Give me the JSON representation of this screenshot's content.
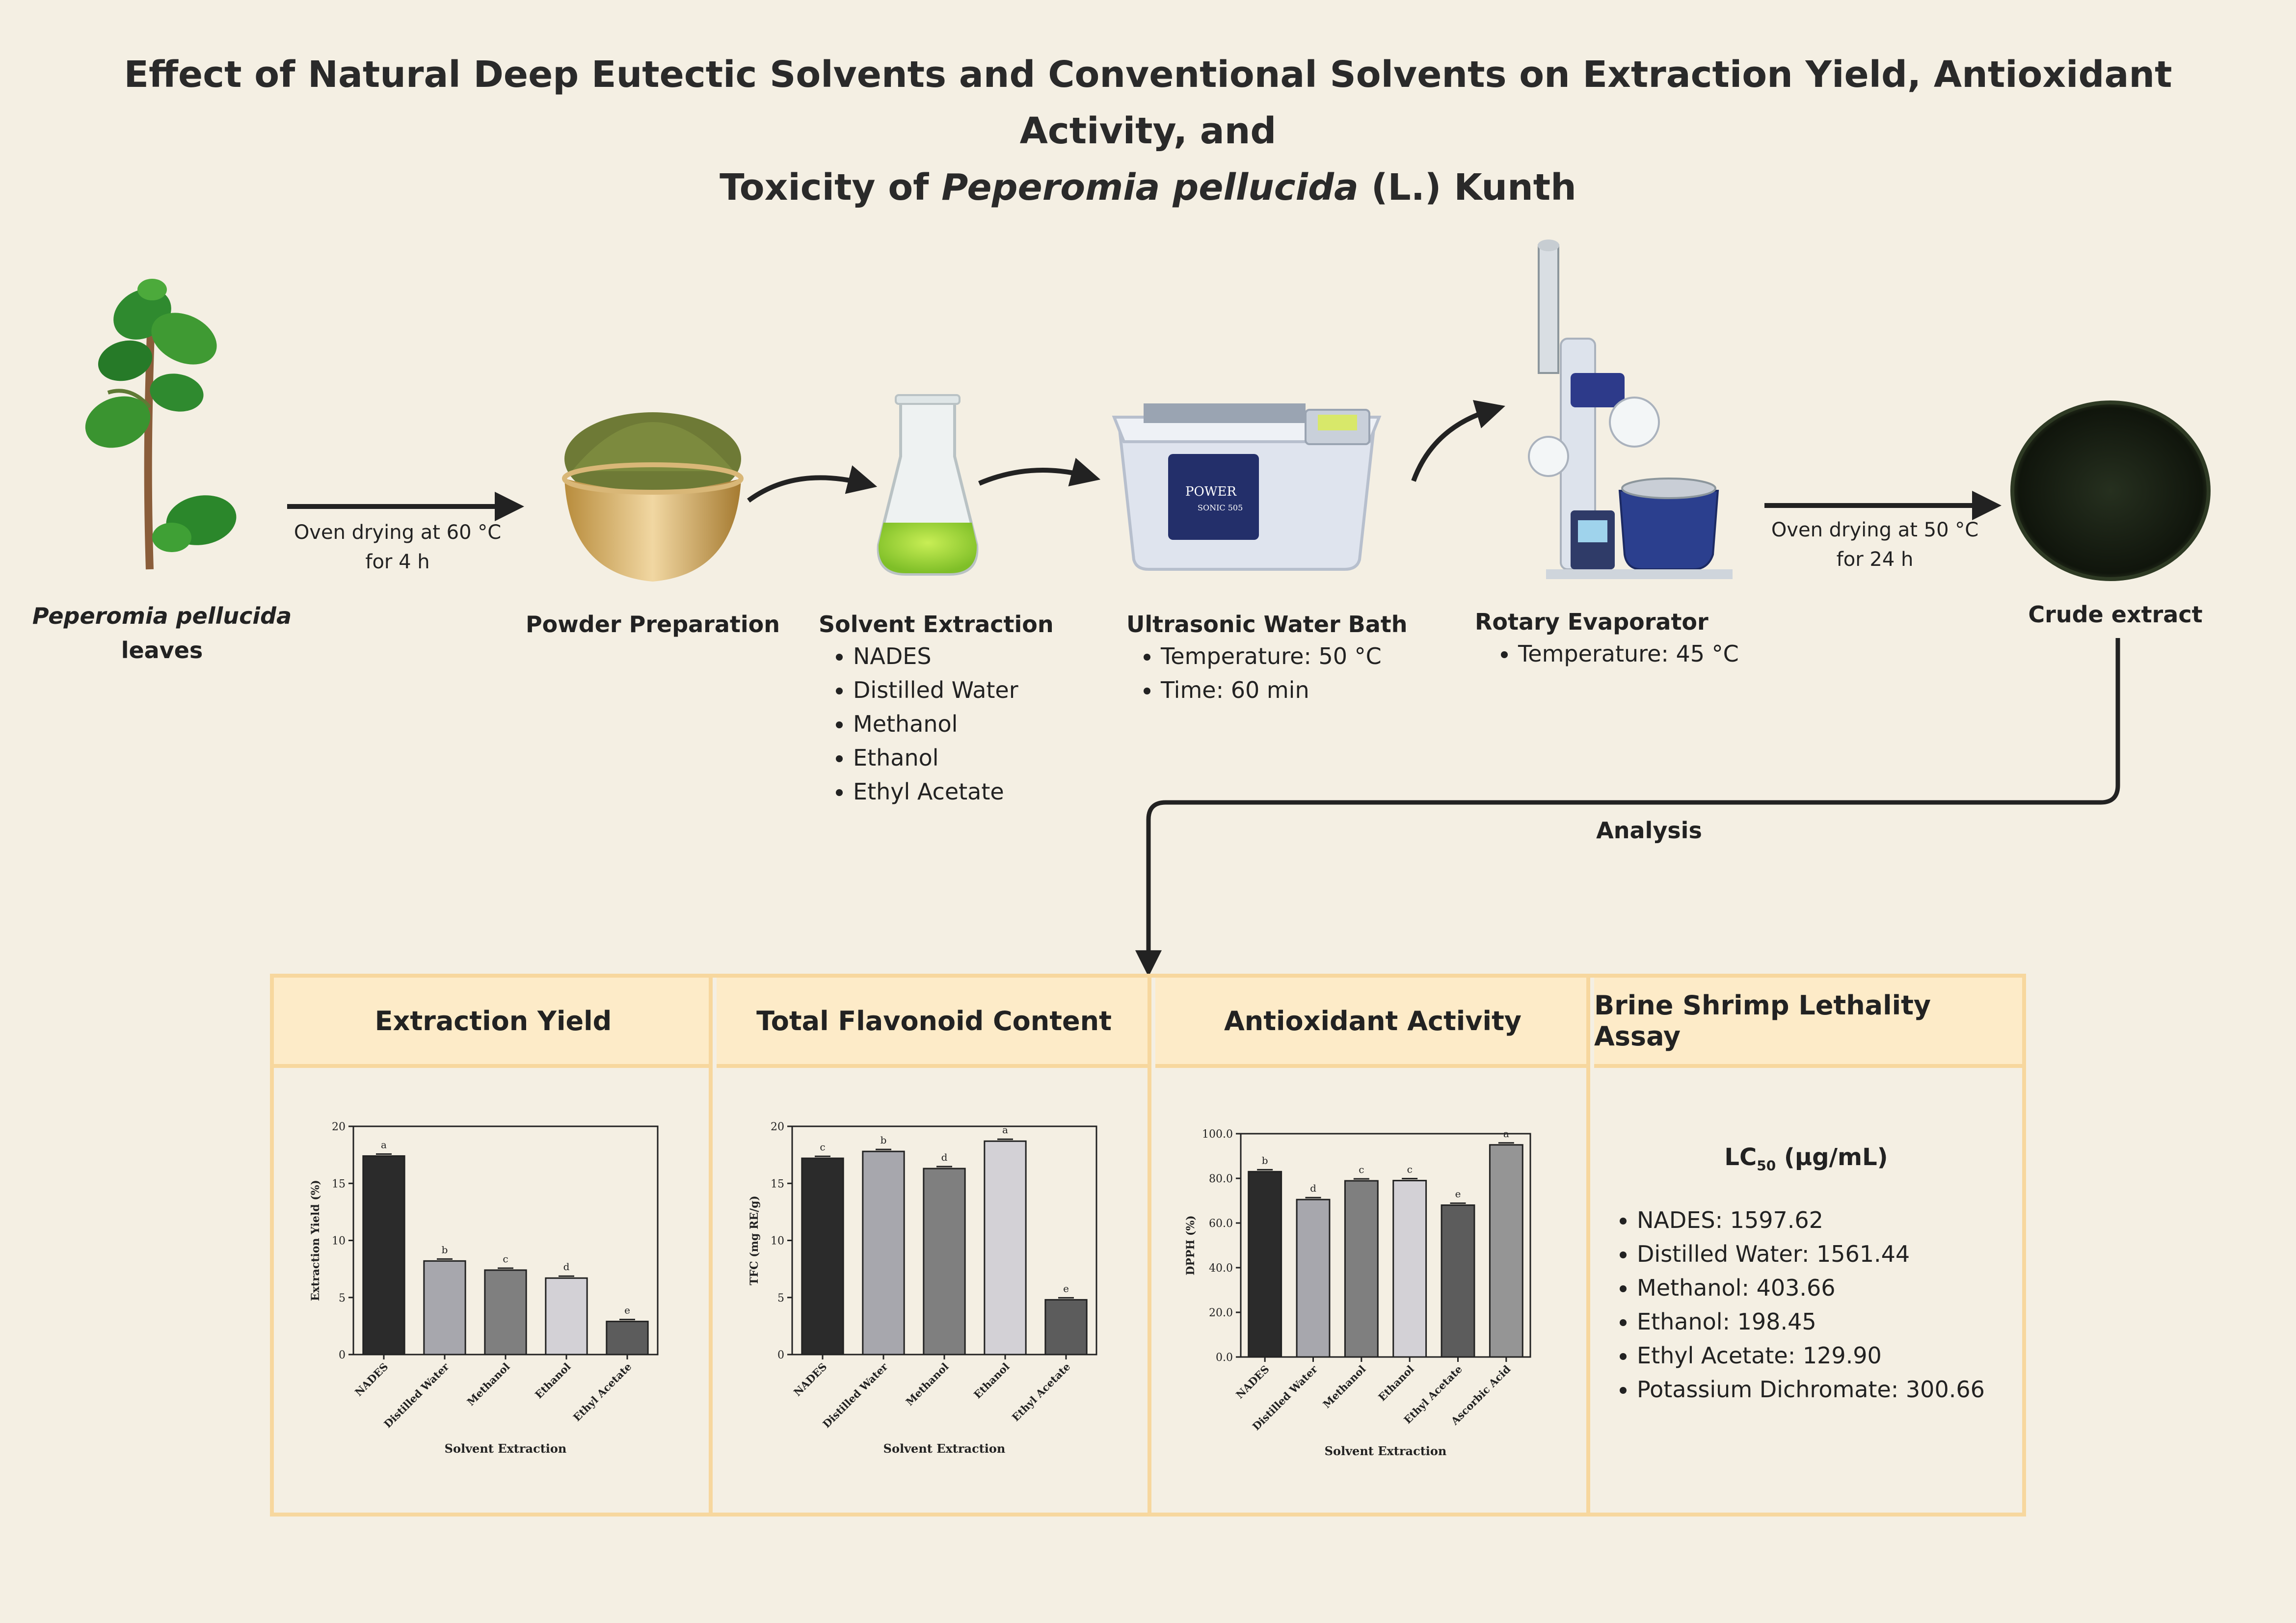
{
  "title": {
    "line1": "Effect of Natural Deep Eutectic Solvents and Conventional Solvents on Extraction Yield, Antioxidant Activity, and",
    "line2_pre": "Toxicity of ",
    "line2_italic": "Peperomia pellucida",
    "line2_post": " (L.) Kunth"
  },
  "workflow": {
    "plant_label_italic": "Peperomia pellucida",
    "plant_label_2": "leaves",
    "arrow1_line1": "Oven drying at 60 °C",
    "arrow1_line2": "for 4 h",
    "powder_label": "Powder Preparation",
    "solvent_label": "Solvent Extraction",
    "solvents": [
      "NADES",
      "Distilled Water",
      "Methanol",
      "Ethanol",
      "Ethyl Acetate"
    ],
    "bath_label": "Ultrasonic Water Bath",
    "bath_items": [
      "Temperature: 50 °C",
      "Time: 60 min"
    ],
    "bath_brand": "POWER",
    "bath_model": "SONIC 505",
    "evap_label": "Rotary Evaporator",
    "evap_items": [
      "Temperature: 45 °C"
    ],
    "arrow2_line1": "Oven drying at 50 °C",
    "arrow2_line2": "for 24 h",
    "crude_label": "Crude extract",
    "analysis_label": "Analysis"
  },
  "panels": {
    "yield_title": "Extraction Yield",
    "tfc_title": "Total Flavonoid Content",
    "antiox_title": "Antioxidant Activity",
    "brine_title": "Brine Shrimp Lethality Assay"
  },
  "brine": {
    "heading": "LC",
    "heading_sub": "50",
    "heading_unit": " (µg/mL)",
    "items": [
      "NADES: 1597.62",
      "Distilled Water: 1561.44",
      "Methanol: 403.66",
      "Ethanol: 198.45",
      "Ethyl Acetate: 129.90",
      "Potassium Dichromate: 300.66"
    ]
  },
  "chart_data": [
    {
      "type": "bar",
      "categories": [
        "NADES",
        "Distilled Water",
        "Methanol",
        "Ethanol",
        "Ethyl Acetate"
      ],
      "values": [
        17.4,
        8.2,
        7.4,
        6.7,
        2.9
      ],
      "letters": [
        "a",
        "b",
        "c",
        "d",
        "e"
      ],
      "colors": [
        "#2b2b2b",
        "#a7a7ad",
        "#7f7f7f",
        "#d3d1d6",
        "#5c5c5c"
      ],
      "ylim": [
        0,
        20
      ],
      "yticks": [
        "0",
        "5",
        "10",
        "15",
        "20"
      ],
      "ylabel": "Extraction Yield (%)",
      "xlabel": "Solvent Extraction"
    },
    {
      "type": "bar",
      "categories": [
        "NADES",
        "Distilled Water",
        "Methanol",
        "Ethanol",
        "Ethyl Acetate"
      ],
      "values": [
        17.2,
        17.8,
        16.3,
        18.7,
        4.8
      ],
      "letters": [
        "c",
        "b",
        "d",
        "a",
        "e"
      ],
      "colors": [
        "#2b2b2b",
        "#a7a7ad",
        "#7f7f7f",
        "#d3d1d6",
        "#5c5c5c"
      ],
      "ylim": [
        0,
        20
      ],
      "yticks": [
        "0",
        "5",
        "10",
        "15",
        "20"
      ],
      "ylabel": "TFC (mg RE/g)",
      "xlabel": "Solvent Extraction"
    },
    {
      "type": "bar",
      "categories": [
        "NADES",
        "Distilled Water",
        "Methanol",
        "Ethanol",
        "Ethyl Acetate",
        "Ascorbic Acid"
      ],
      "values": [
        83.0,
        70.5,
        78.9,
        79.0,
        68.0,
        95.0
      ],
      "letters": [
        "b",
        "d",
        "c",
        "c",
        "e",
        "a"
      ],
      "colors": [
        "#2b2b2b",
        "#a7a7ad",
        "#7f7f7f",
        "#d3d1d6",
        "#5c5c5c",
        "#959595"
      ],
      "ylim": [
        0,
        100
      ],
      "yticks": [
        "0.0",
        "20.0",
        "40.0",
        "60.0",
        "80.0",
        "100.0"
      ],
      "ylabel": "DPPH (%)",
      "xlabel": "Solvent Extraction"
    }
  ]
}
